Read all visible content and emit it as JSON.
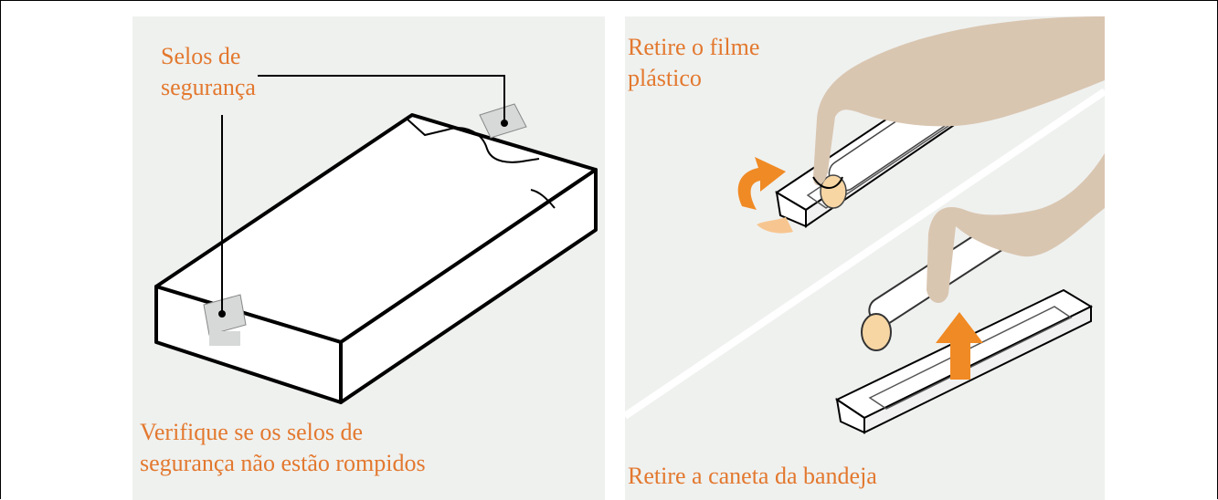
{
  "colors": {
    "panel_bg": "#eff1ef",
    "accent_text": "#e3782e",
    "arrow": "#f08a24",
    "skin": "#d7c3ad",
    "cap": "#f7d6a4"
  },
  "left_panel": {
    "callout_line1": "Selos de",
    "callout_line2": "segurança",
    "caption_line1": "Verifique se os selos de",
    "caption_line2": "segurança não estão rompidos"
  },
  "right_panel": {
    "top_label_line1": "Retire o filme",
    "top_label_line2": "plástico",
    "bottom_caption": "Retire a caneta da bandeja"
  }
}
